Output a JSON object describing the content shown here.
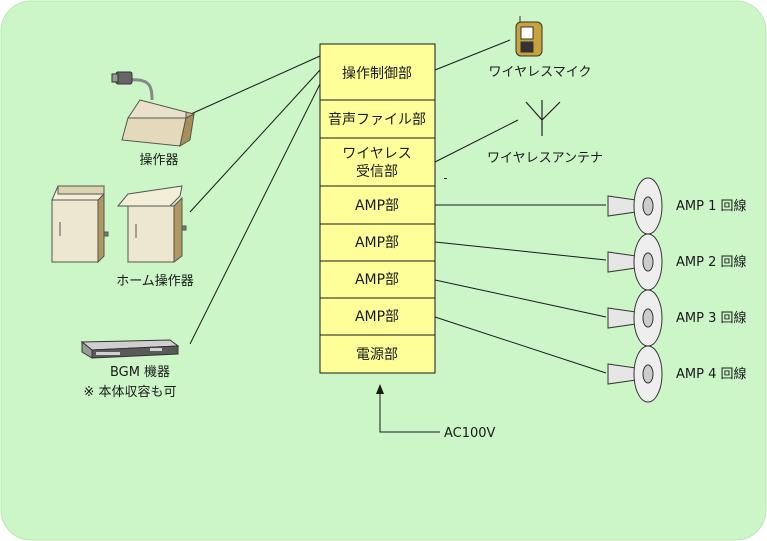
{
  "colors": {
    "background": "#ccf5c8",
    "unit_fill": "#ffff99",
    "line": "#1a1a1a",
    "speaker_fill": "#e6e6e6"
  },
  "units": [
    "操作制御部",
    "音声ファイル部",
    "ワイヤレス",
    "受信部",
    "AMP部",
    "AMP部",
    "AMP部",
    "AMP部",
    "電源部"
  ],
  "left_devices": {
    "console": "操作器",
    "home_console": "ホーム操作器",
    "bgm": "BGM 機器",
    "bgm_note": "※ 本体収容も可"
  },
  "wireless": {
    "mic": "ワイヤレスマイク",
    "antenna": "ワイヤレスアンテナ"
  },
  "speakers": [
    "AMP 1 回線",
    "AMP 2 回線",
    "AMP 3 回線",
    "AMP 4 回線"
  ],
  "power_input": "AC100V"
}
